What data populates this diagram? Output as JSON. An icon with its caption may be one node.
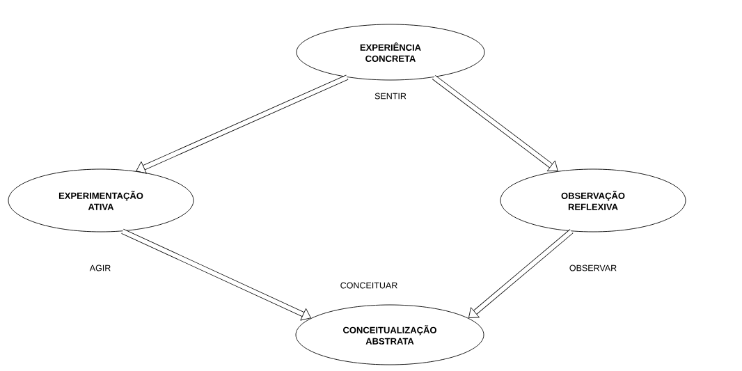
{
  "diagram": {
    "nodes": [
      {
        "text": [
          "EXPERIÊNCIA CONCRETA"
        ],
        "beside": [
          "SENTIR"
        ]
      },
      {
        "text": [
          "EXPERIMENTAÇÃO ATIVA"
        ],
        "beside": [
          "AGIR"
        ]
      },
      {
        "text": [
          "OBSERVAÇÃO REFLEXIVA"
        ],
        "beside": [
          "OBSERVAR"
        ]
      },
      {
        "text": [
          "CONCEITUALIZAÇÃO ABSTRATA"
        ],
        "beside": [
          "CONCEITUAR"
        ]
      }
    ],
    "edges": [
      {
        "from": 0,
        "to": 1,
        "arrow": "to"
      },
      {
        "from": 0,
        "to": 2,
        "arrow": "to"
      },
      {
        "from": 1,
        "to": 3,
        "arrow": "to"
      },
      {
        "from": 2,
        "to": 3,
        "arrow": "to"
      }
    ]
  }
}
